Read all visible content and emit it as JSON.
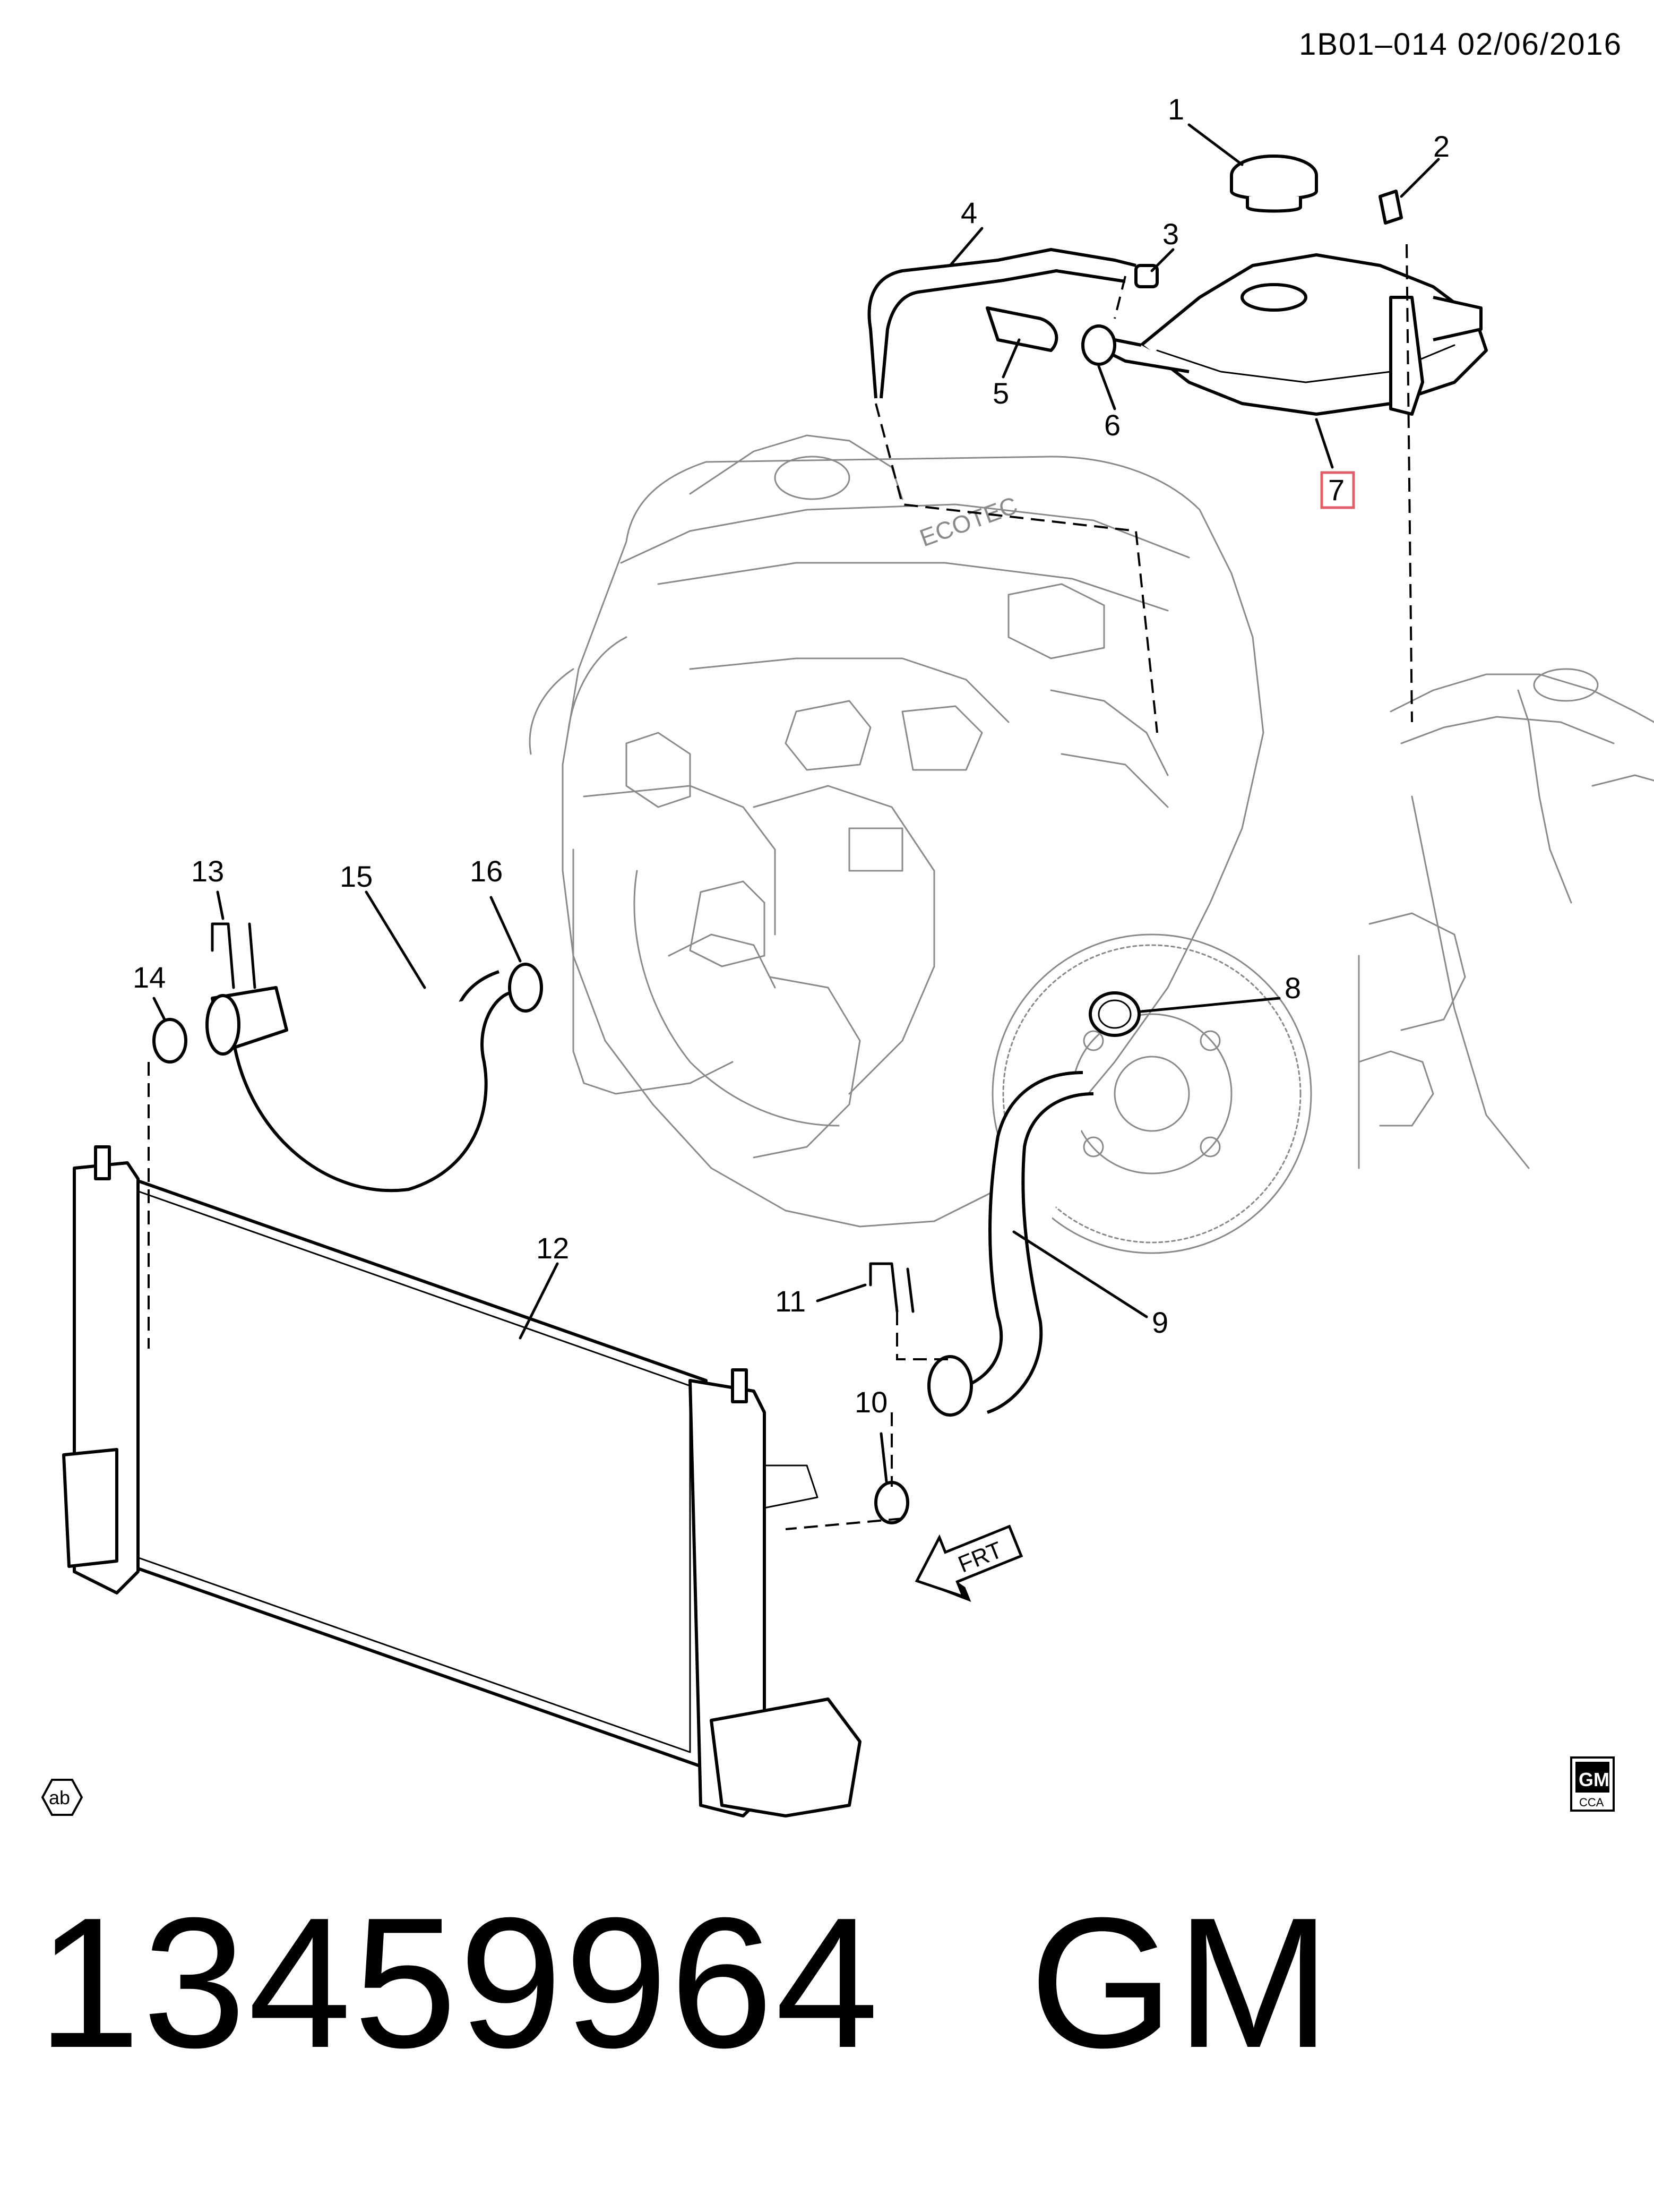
{
  "header": {
    "ref": "1B01–014  02/06/2016"
  },
  "callouts": [
    "1",
    "2",
    "3",
    "4",
    "5",
    "6",
    "7",
    "8",
    "9",
    "10",
    "11",
    "12",
    "13",
    "14",
    "15",
    "16"
  ],
  "direction_label": "FRT",
  "engine_badge": "ECOTEC",
  "corner_badge": "ab",
  "logo": {
    "top": "GM",
    "bottom": "CCA"
  },
  "footer": {
    "part_number": "13459964",
    "brand": "GM"
  },
  "colors": {
    "highlight_box": "#e0606a",
    "line": "#000000",
    "ghost": "#8a8a8a"
  }
}
